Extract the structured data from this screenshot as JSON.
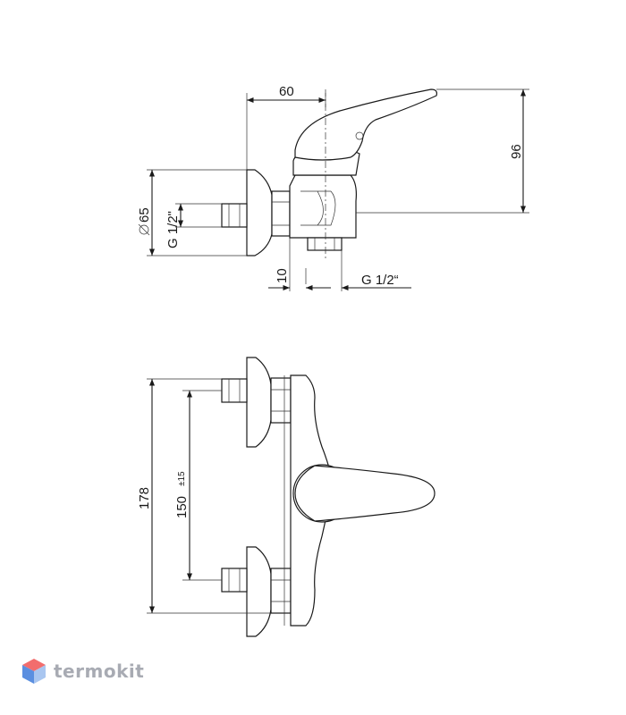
{
  "dimensions": {
    "depth": "60",
    "height": "96",
    "flange_dia": "65",
    "inlet_thread": "G 1/2\"",
    "outlet_offset": "10",
    "outlet_thread": "G 1/2“",
    "total_width": "178",
    "center_distance": "150",
    "center_tolerance": "±15"
  },
  "brand": {
    "name": "termokit",
    "colors": {
      "top": "#f26d6d",
      "left": "#5b8fe0",
      "right": "#a9c6f0",
      "text": "#a8abb3"
    }
  }
}
